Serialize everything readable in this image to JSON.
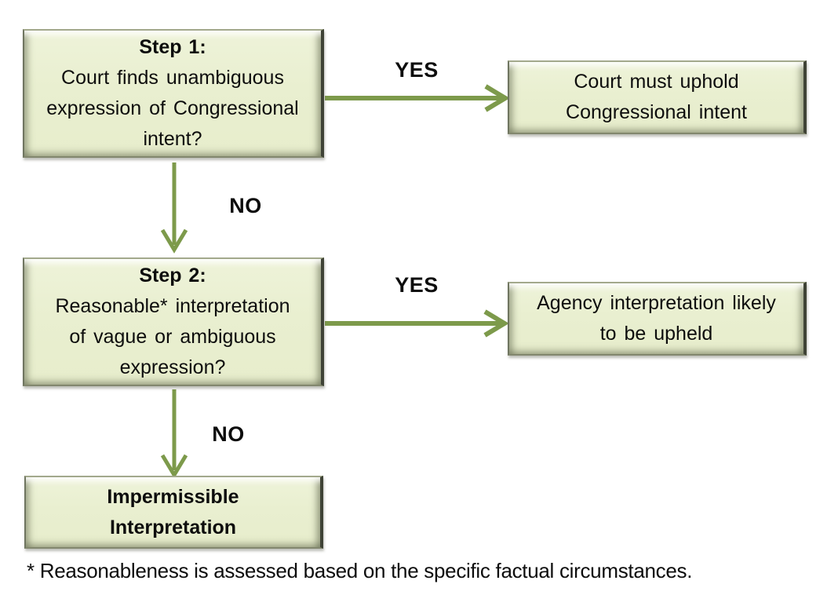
{
  "flowchart": {
    "step1": {
      "title": "Step 1:",
      "line1": "Court finds unambiguous",
      "line2": "expression of Congressional",
      "line3": "intent?"
    },
    "decision1": {
      "yes": "YES",
      "no": "NO"
    },
    "outcome1": {
      "line1": "Court must uphold",
      "line2": "Congressional intent"
    },
    "step2": {
      "title": "Step 2:",
      "line1": "Reasonable* interpretation",
      "line2": "of vague or ambiguous",
      "line3": "expression?"
    },
    "decision2": {
      "yes": "YES",
      "no": "NO"
    },
    "outcome2": {
      "line1": "Agency interpretation likely",
      "line2": "to be upheld"
    },
    "outcome3": {
      "line1": "Impermissible",
      "line2": "Interpretation"
    },
    "footnote": "* Reasonableness is assessed based on the specific factual circumstances."
  },
  "colors": {
    "box_fill": "#e9efd0",
    "box_border_dark": "#3f4336",
    "arrow": "#7d9a4b",
    "text": "#0d0d0d"
  }
}
